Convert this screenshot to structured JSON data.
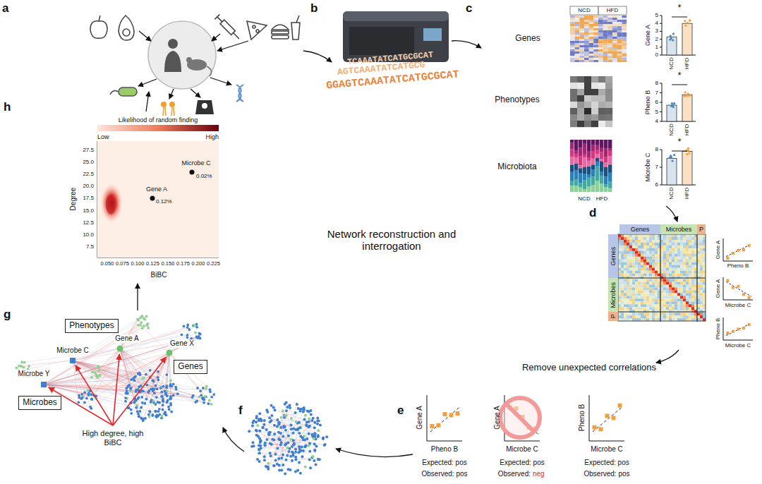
{
  "diagram": {
    "title": "Network reconstruction and interrogation",
    "nodes": [
      {
        "text": [
          "Genes"
        ]
      },
      {
        "text": [
          "Microbes"
        ]
      },
      {
        "text": [
          "P"
        ]
      },
      {
        "text": [
          "Genes"
        ]
      },
      {
        "text": [
          "Microbes"
        ]
      },
      {
        "text": [
          "P"
        ]
      },
      {
        "text": [
          "Phenotypes"
        ]
      },
      {
        "text": [
          "Genes"
        ]
      },
      {
        "text": [
          "Microbes"
        ]
      }
    ],
    "labels": [
      "a",
      "b",
      "c",
      "d",
      "e",
      "f",
      "g",
      "h",
      "TCAAATATCATGCGCAT",
      "AGTCAAATATCATGCG",
      "GGAGTCAAATATCATGCGCAT",
      "Genes",
      "NCD",
      "HFD",
      "*",
      "Gene A",
      "0",
      "1",
      "2",
      "3",
      "4",
      "5",
      "NCD",
      "HFD",
      "Phenotypes",
      "*",
      "Pheno B",
      "4",
      "5",
      "6",
      "7",
      "8",
      "NCD",
      "HFD",
      "Microbiota",
      "NCD",
      "HFD",
      "*",
      "Microbe C",
      "6",
      "7",
      "8",
      "NCD",
      "HFD",
      "Gene A",
      "Pheno B",
      "Gene A",
      "Microbe C",
      "Pheno B",
      "Microbe C",
      "Remove unexpected correlations",
      "Gene A",
      "Pheno B",
      "Expected: pos",
      "Observed: pos",
      "Gene A",
      "Microbe C",
      "Expected: pos",
      "Observed:",
      "neg",
      "Pheno B",
      "Microbe C",
      "Expected: pos",
      "Observed: pos",
      "Microbe C",
      "Gene A",
      "Gene X",
      "Microbe Y",
      "High degree, high BiBC",
      "Likelihood of random finding",
      "Low",
      "High",
      "Degree",
      "27.5",
      "25.0",
      "22.5",
      "20.0",
      "17.5",
      "15.0",
      "12.5",
      "10.0",
      "7.5",
      "BiBC",
      "0.050",
      "0.075",
      "0.100",
      "0.125",
      "0.150",
      "0.175",
      "0.200",
      "0.225",
      "Microbe C",
      "0.02%",
      "Gene A",
      "0.12%"
    ]
  }
}
